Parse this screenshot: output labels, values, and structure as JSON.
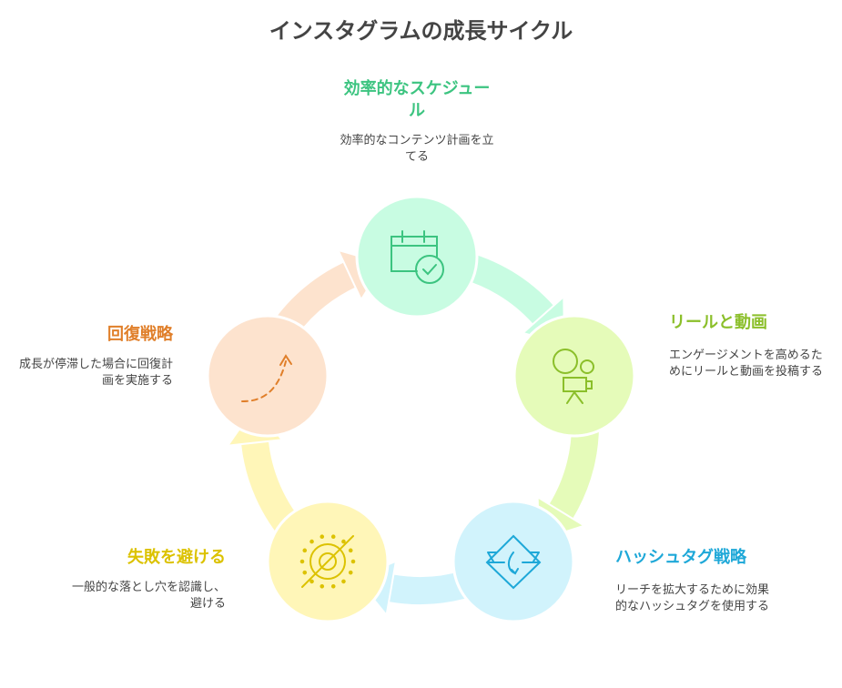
{
  "title": "インスタグラムの成長サイクル",
  "steps": [
    {
      "name": "schedule",
      "title": "効率的なスケジュール",
      "desc": "効率的なコンテンツ計画を立てる",
      "color": "#3cc480",
      "fill": "#c8fce2",
      "icon": "calendar-check-icon"
    },
    {
      "name": "reels",
      "title": "リールと動画",
      "desc": "エンゲージメントを高めるためにリールと動画を投稿する",
      "color": "#8bbf2a",
      "fill": "#e5fbb9",
      "icon": "video-camera-icon"
    },
    {
      "name": "hashtag",
      "title": "ハッシュタグ戦略",
      "desc": "リーチを拡大するために効果的なハッシュタグを使用する",
      "color": "#1ea8d8",
      "fill": "#d1f3fc",
      "icon": "hashtag-strategy-icon"
    },
    {
      "name": "avoid",
      "title": "失敗を避ける",
      "desc": "一般的な落とし穴を認識し、避ける",
      "color": "#dcc200",
      "fill": "#fff6b8",
      "icon": "target-crossed-icon"
    },
    {
      "name": "recovery",
      "title": "回復戦略",
      "desc": "成長が停滞した場合に回復計画を実施する",
      "color": "#e07f2a",
      "fill": "#fde3ce",
      "icon": "rising-arrow-icon"
    }
  ]
}
